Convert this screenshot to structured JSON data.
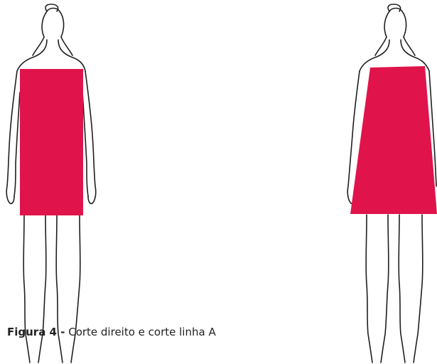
{
  "caption": {
    "label": "Figura 4 -",
    "text": "Corte direito e corte linha A"
  },
  "colors": {
    "dress": "#e0144a",
    "outline": "#1f1f1f",
    "background": "#ffffff"
  },
  "figures": [
    {
      "name": "straight-cut",
      "shape": "rectangle"
    },
    {
      "name": "a-line-cut",
      "shape": "trapezoid"
    }
  ]
}
